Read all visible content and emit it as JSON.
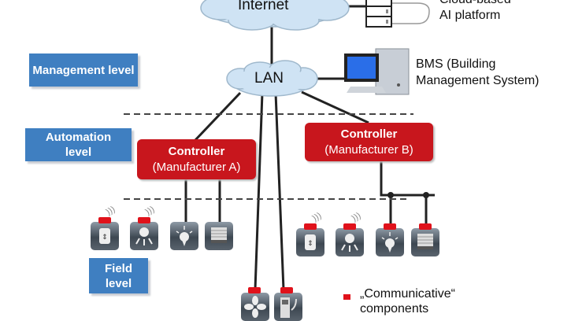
{
  "levels": {
    "management": "Management level",
    "automation": "Automation level",
    "field": "Field level"
  },
  "network": {
    "internet": "Internet",
    "lan": "LAN"
  },
  "cloud_ai": {
    "line1": "Cloud-based",
    "line2": "AI platform"
  },
  "bms": {
    "line1": "BMS (Building",
    "line2": "Management System)"
  },
  "controllers": [
    {
      "title": "Controller",
      "subtitle": "(Manufacturer A)"
    },
    {
      "title": "Controller",
      "subtitle": "(Manufacturer B)"
    }
  ],
  "legend": {
    "line1": "„Communicative“",
    "line2": "components",
    "color": "#e0121b"
  },
  "colors": {
    "level_box": "#3f7fc1",
    "controller": "#c8161d",
    "cloud": "#cfe3f4"
  }
}
